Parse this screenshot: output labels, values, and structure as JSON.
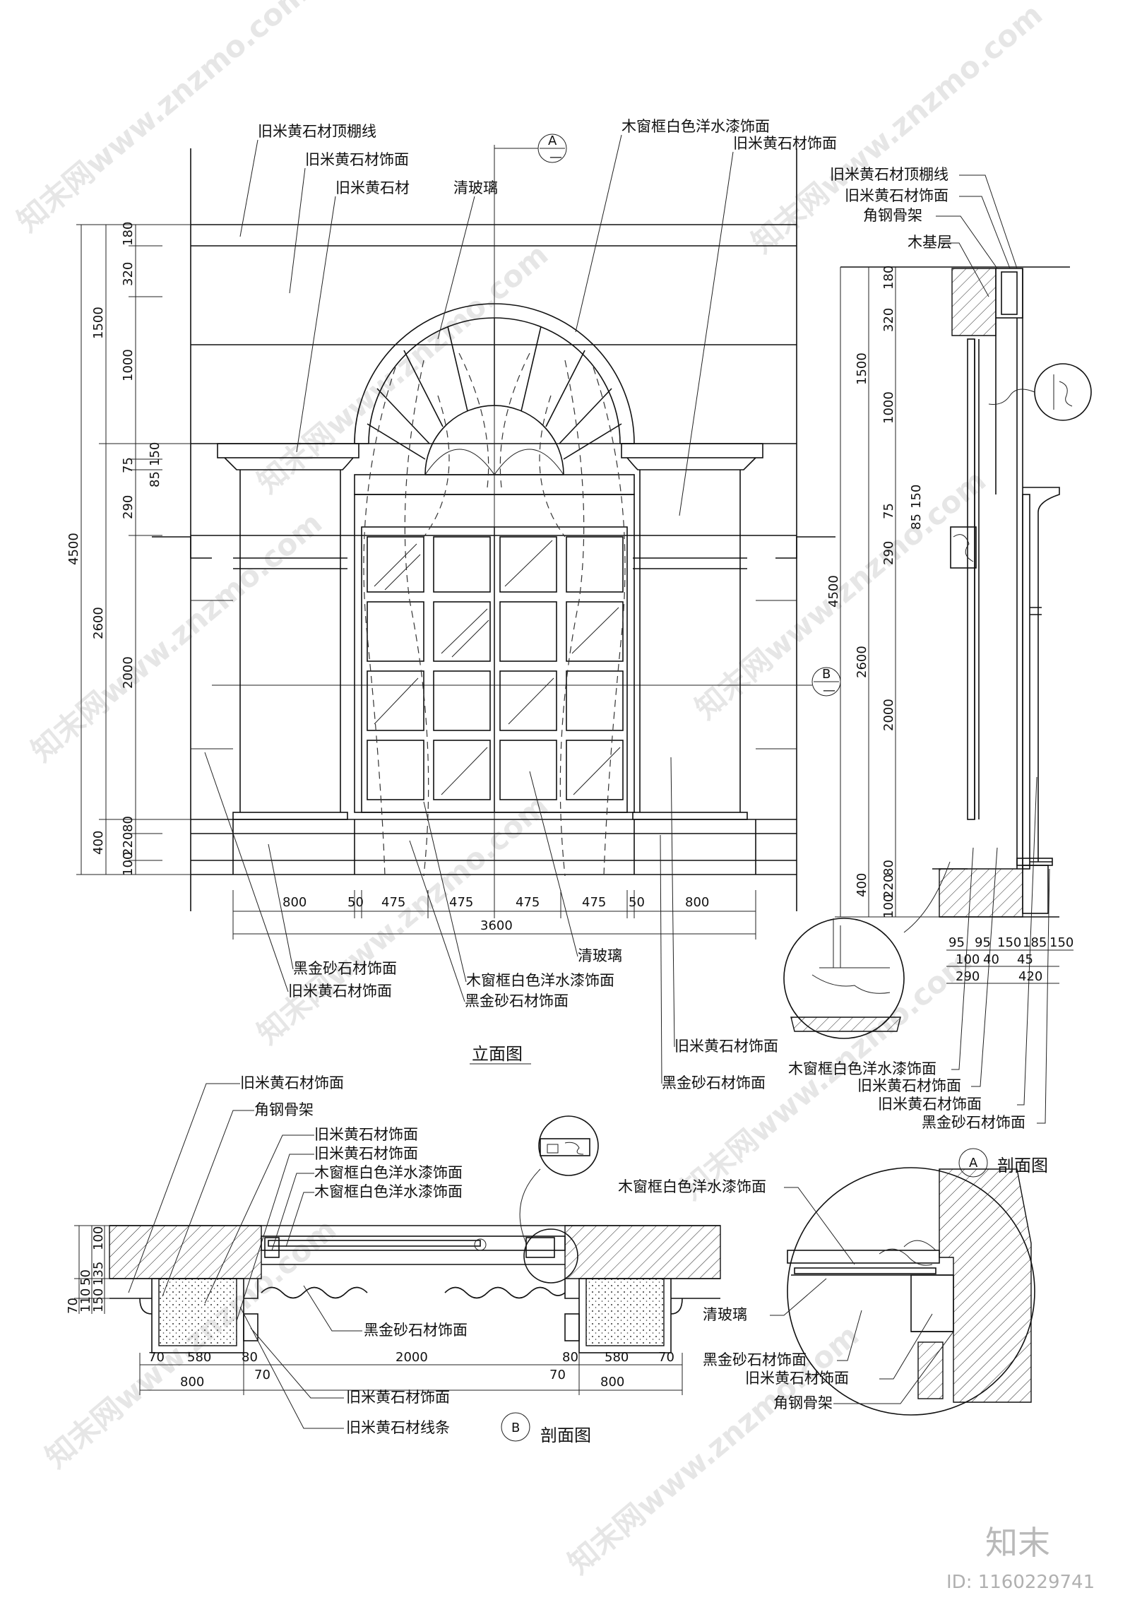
{
  "elevation": {
    "title": "立面图",
    "section_marker_a": "A",
    "section_marker_b": "B",
    "labels_top": [
      "旧米黄石材顶棚线",
      "旧米黄石材饰面",
      "旧米黄石材",
      "清玻璃",
      "木窗框白色洋水漆饰面",
      "旧米黄石材饰面"
    ],
    "labels_bottom": [
      "黑金砂石材饰面",
      "旧米黄石材饰面",
      "木窗框白色洋水漆饰面",
      "黑金砂石材饰面",
      "清玻璃",
      "旧米黄石材饰面",
      "黑金砂石材饰面"
    ],
    "dims_left_outer": [
      "4500"
    ],
    "dims_left_mid": [
      "1500",
      "2600",
      "400"
    ],
    "dims_left_inner": [
      "180",
      "320",
      "1000",
      "150",
      "75",
      "85",
      "290",
      "2000",
      "80",
      "220",
      "100"
    ],
    "dims_bottom": [
      "800",
      "50",
      "475",
      "475",
      "475",
      "475",
      "50",
      "800"
    ],
    "dim_total": "3600"
  },
  "section_a": {
    "title": "剖面图",
    "marker": "A",
    "labels_top": [
      "旧米黄石材顶棚线",
      "旧米黄石材饰面",
      "角钢骨架",
      "木基层"
    ],
    "labels_bottom": [
      "木窗框白色洋水漆饰面",
      "旧米黄石材饰面",
      "旧米黄石材饰面",
      "黑金砂石材饰面"
    ],
    "dims_left": [
      "4500",
      "1500",
      "2600",
      "400",
      "180",
      "320",
      "1000",
      "150",
      "75",
      "85",
      "290",
      "2000",
      "80",
      "220",
      "100"
    ],
    "dims_bottom_row1": [
      "95",
      "95",
      "150",
      "185",
      "150"
    ],
    "dims_bottom_row2": [
      "100",
      "40",
      "45"
    ],
    "dims_bottom_row3": [
      "290",
      "420"
    ]
  },
  "section_b": {
    "title": "剖面图",
    "marker": "B",
    "labels_top": [
      "旧米黄石材饰面",
      "角钢骨架",
      "旧米黄石材饰面",
      "旧米黄石材饰面",
      "木窗框白色洋水漆饰面",
      "木窗框白色洋水漆饰面"
    ],
    "labels_bottom": [
      "黑金砂石材饰面",
      "旧米黄石材饰面",
      "旧米黄石材线条"
    ],
    "dims_left": [
      "100",
      "135",
      "150",
      "110",
      "50",
      "70"
    ],
    "dims_bottom_row1": [
      "70",
      "580",
      "80",
      "2000",
      "80",
      "580",
      "70"
    ],
    "dims_bottom_row2": [
      "70",
      "70"
    ],
    "dims_bottom_row3": [
      "800",
      "800"
    ]
  },
  "detail": {
    "labels": [
      "木窗框白色洋水漆饰面",
      "清玻璃",
      "黑金砂石材饰面",
      "旧米黄石材饰面",
      "角钢骨架"
    ]
  },
  "watermark": {
    "logo": "知末",
    "id_text": "ID: 1160229741",
    "site": "知末网www.znzmo.com"
  }
}
